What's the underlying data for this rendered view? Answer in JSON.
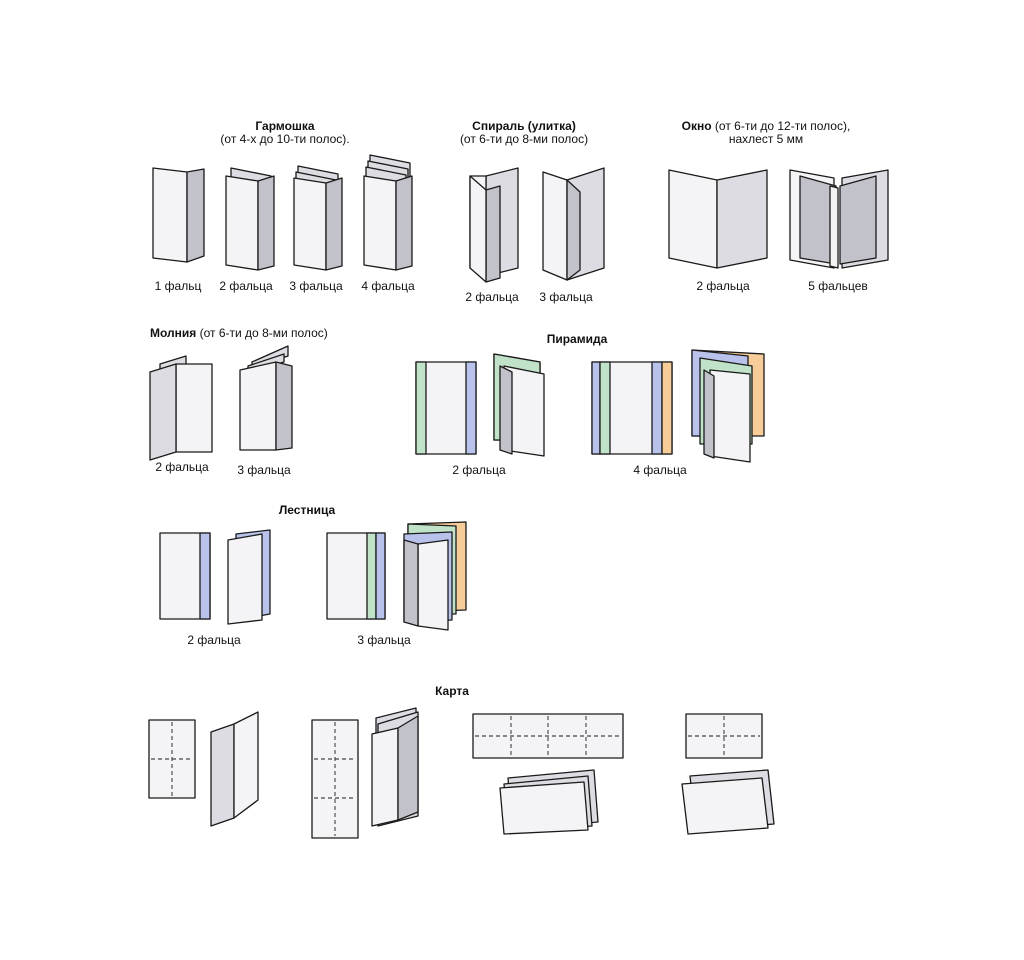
{
  "colors": {
    "paper_light": "#f4f4f6",
    "paper_mid": "#dcdce2",
    "paper_dark": "#c2c2ca",
    "outline": "#1a1a1a",
    "green": "#bfe2c8",
    "blue": "#b8c2ea",
    "orange": "#f6cc98"
  },
  "sections": {
    "garmoshka": {
      "title": "Гармошка",
      "subtitle": "(от 4-х до 10-ти полос).",
      "captions": [
        "1 фальц",
        "2 фальца",
        "3 фальца",
        "4 фальца"
      ]
    },
    "spiral": {
      "title": "Спираль (улитка)",
      "subtitle": "(от 6-ти до 8-ми полос)",
      "captions": [
        "2 фальца",
        "3 фальца"
      ]
    },
    "okno": {
      "title": "Окно",
      "title_rest": " (от 6-ти до 12-ти полос),",
      "subtitle": "нахлест 5 мм",
      "captions": [
        "2 фальца",
        "5 фальцев"
      ]
    },
    "molniya": {
      "title": "Молния",
      "title_rest": " (от 6-ти до 8-ми полос)",
      "captions": [
        "2 фальца",
        "3 фальца"
      ]
    },
    "piramida": {
      "title": "Пирамида",
      "captions": [
        "2 фальца",
        "4 фальца"
      ]
    },
    "lestnitsa": {
      "title": "Лестница",
      "captions": [
        "2 фальца",
        "3 фальца"
      ]
    },
    "karta": {
      "title": "Карта"
    }
  }
}
